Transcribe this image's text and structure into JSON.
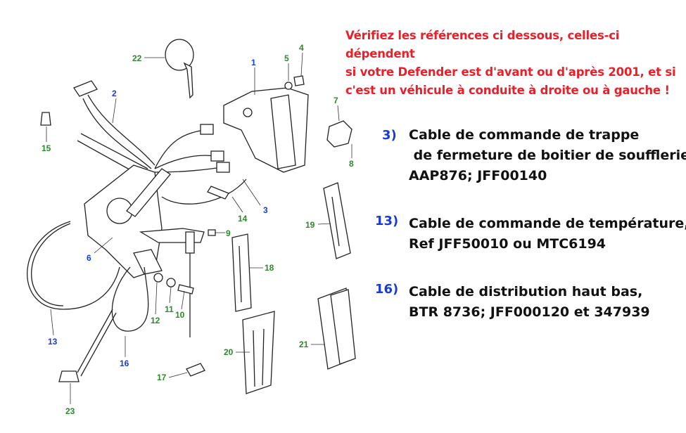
{
  "warning": {
    "line1": "Vérifiez les références ci dessous, celles-ci dépendent",
    "line2": "si votre Defender est d'avant ou d'après 2001, et si",
    "line3": "c'est un véhicule à conduite à droite ou à gauche !"
  },
  "notes": [
    {
      "num": "3)",
      "lines": [
        "Cable de commande de trappe",
        " de fermeture de boitier de soufflerie,",
        "AAP876; JFF00140"
      ]
    },
    {
      "num": "13)",
      "lines": [
        "Cable de commande de température,",
        "Ref JFF50010 ou MTC6194"
      ]
    },
    {
      "num": "16)",
      "lines": [
        "Cable de distribution haut bas,",
        "BTR 8736; JFF000120 et 347939"
      ]
    }
  ],
  "colors": {
    "warning": "#e8202a",
    "highlight_label": "#1a3ad6",
    "label": "#2a8a2a"
  },
  "labels": {
    "p1": "1",
    "p2": "2",
    "p3": "3",
    "p4": "4",
    "p5": "5",
    "p6": "6",
    "p7": "7",
    "p8": "8",
    "p9": "9",
    "p10": "10",
    "p11": "11",
    "p12": "12",
    "p13": "13",
    "p14": "14",
    "p15": "15",
    "p16": "16",
    "p17": "17",
    "p18": "18",
    "p19": "19",
    "p20": "20",
    "p21": "21",
    "p22": "22",
    "p23": "23"
  }
}
